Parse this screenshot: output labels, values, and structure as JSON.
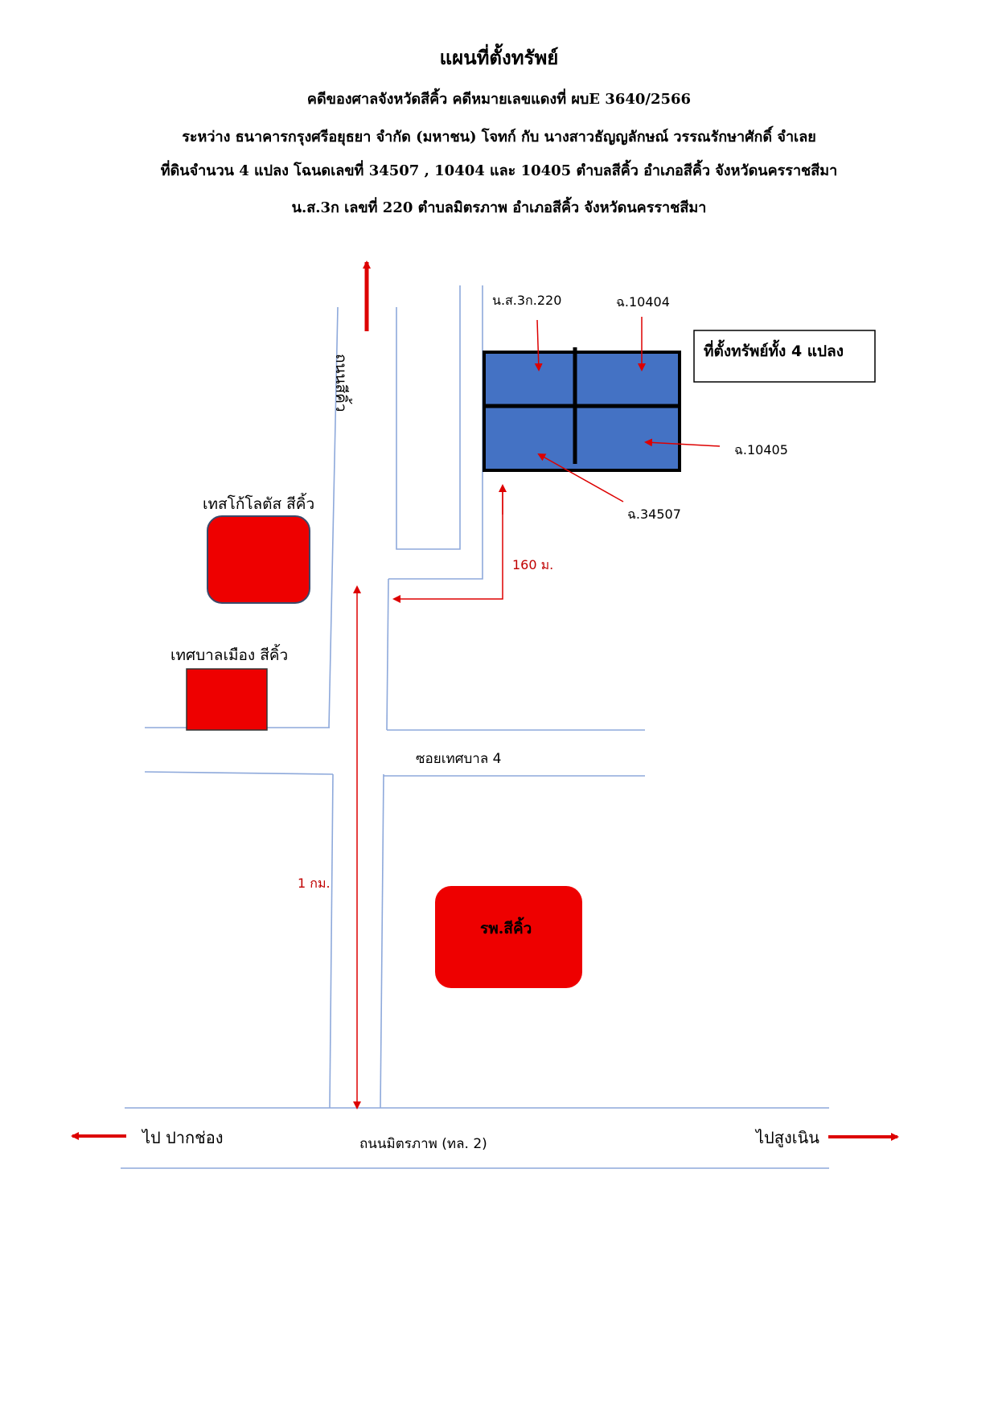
{
  "header": {
    "title": "แผนที่ตั้งทรัพย์",
    "line1": "คดีของศาลจังหวัดสีคิ้ว  คดีหมายเลขแดงที่ ผบE 3640/2566",
    "line2": "ระหว่าง ธนาคารกรุงศรีอยุธยา จำกัด (มหาชน) โจทก์ กับ นางสาวธัญญลักษณ์ วรรณรักษาศักดิ์ จำเลย",
    "line3": "ที่ดินจำนวน 4 แปลง โฉนดเลขที่ 34507 , 10404 และ 10405 ตำบลสีคิ้ว อำเภอสีคิ้ว จังหวัดนครราชสีมา",
    "line4": "น.ส.3ก เลขที่ 220 ตำบลมิตรภาพ อำเภอสีคิ้ว จังหวัดนครราชสีมา"
  },
  "map": {
    "vertical_road_label": "ถนนสีคิ้ว",
    "soi_label": "ซอยเทศบาล 4",
    "main_road_label": "ถนนมิตรภาพ (ทล. 2)",
    "left_direction": "ไป ปากช่อง",
    "right_direction": "ไปสูงเนิน",
    "distance_soi": "160 ม.",
    "distance_main": "1 กม.",
    "property_box_label": "ที่ตั้งทรัพย์ทั้ง 4 แปลง",
    "parcels": {
      "ns3k": "น.ส.3ก.220",
      "p10404": "ฉ.10404",
      "p10405": "ฉ.10405",
      "p34507": "ฉ.34507"
    },
    "landmarks": {
      "tesco": "เทสโก้โลตัส สีคิ้ว",
      "municipality": "เทศบาลเมือง สีคิ้ว",
      "hospital": "รพ.สีคิ้ว"
    }
  },
  "colors": {
    "road_line": "#8EA9DB",
    "parcel_fill": "#4472C4",
    "landmark_fill": "#EE0000",
    "arrow": "#DD0000",
    "distance_text": "#C00000"
  }
}
